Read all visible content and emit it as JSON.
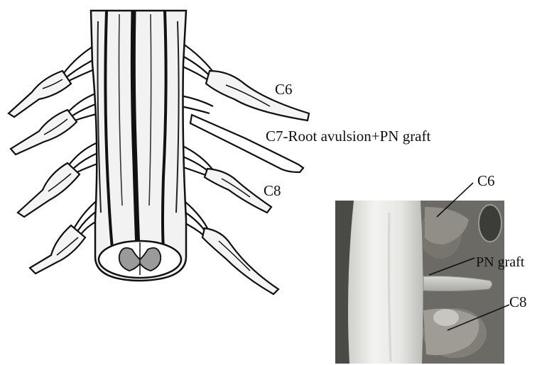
{
  "illustration": {
    "labels": {
      "c6": "C6",
      "c7_graft": "C7-Root avulsion+PN graft",
      "c8": "C8"
    }
  },
  "photo": {
    "labels": {
      "c6": "C6",
      "pn_graft": "PN graft",
      "c8": "C8"
    }
  },
  "colors": {
    "ink": "#111111",
    "cord_fill": "#f4f4f4",
    "graft_fill": "#ffffff",
    "grey_matter": "#9a9a9a",
    "photo_background": "#5a5a55",
    "photo_cord": "#e9e9e7"
  }
}
